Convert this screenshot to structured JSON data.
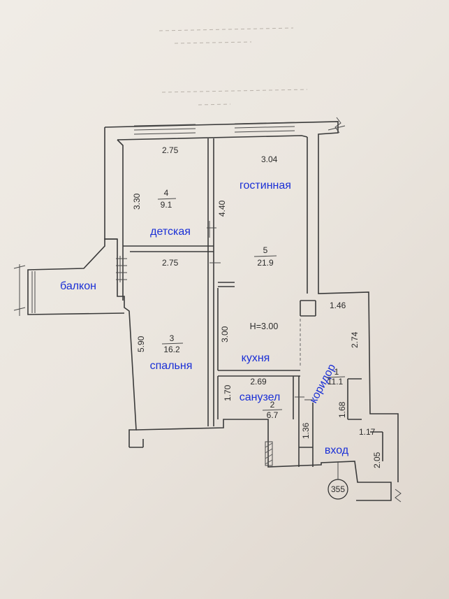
{
  "rooms": {
    "detskaya": {
      "label": "детская",
      "number": "4",
      "area": "9.1",
      "width": "2.75",
      "length": "3.30"
    },
    "gostinnaya": {
      "label": "гостинная",
      "number": "5",
      "area": "21.9",
      "width": "3.04",
      "length": "4.40"
    },
    "balkon": {
      "label": "балкон"
    },
    "spalnya": {
      "label": "спальня",
      "number": "3",
      "area": "16.2",
      "width": "2.75",
      "length": "5.90"
    },
    "kukhnya": {
      "label": "кухня",
      "length": "3.00"
    },
    "sanuzel": {
      "label": "санузел",
      "number": "2",
      "area": "6.7",
      "width": "2.69",
      "length": "1.70",
      "extra": "1.36"
    },
    "koridor": {
      "label": "коридор",
      "number": "1",
      "area": "11.1",
      "width": "1.46",
      "length": "2.74",
      "segment_a": "1.68",
      "segment_b": "1.17",
      "segment_c": "2.05"
    },
    "vkhod": {
      "label": "вход"
    }
  },
  "ceiling_height": "H=3.00",
  "apartment_number": "355",
  "colors": {
    "room_label": "#1a2fd6",
    "lines": "#3a3a3a",
    "paper": "#ebe6df"
  }
}
